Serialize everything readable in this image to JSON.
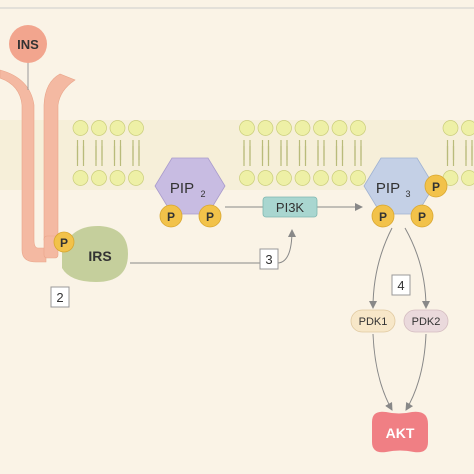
{
  "labels": {
    "ins": "INS",
    "irs": "IRS",
    "pip2": "PIP",
    "pip2_sub": "2",
    "pip3": "PIP",
    "pip3_sub": "3",
    "pi3k": "PI3K",
    "pdk1": "PDK1",
    "pdk2": "PDK2",
    "akt": "AKT",
    "phospho": "P"
  },
  "steps": {
    "step2": "2",
    "step3": "3",
    "step4": "4"
  },
  "colors": {
    "background": "#faf3e6",
    "membrane_head": "#eef0a6",
    "membrane_head_stroke": "#c9cd78",
    "membrane_tail": "#b9bb7a",
    "receptor": "#f4b9a2",
    "ins": "#f2a58e",
    "irs": "#c5cf9c",
    "pip2": "#c8bce2",
    "pip3": "#c4d0e6",
    "phospho": "#f2c24a",
    "pi3k": "#a9d6d0",
    "pdk1": "#f7e7c8",
    "pdk2": "#ead9dc",
    "akt": "#f07f84",
    "arrow": "#888888"
  }
}
